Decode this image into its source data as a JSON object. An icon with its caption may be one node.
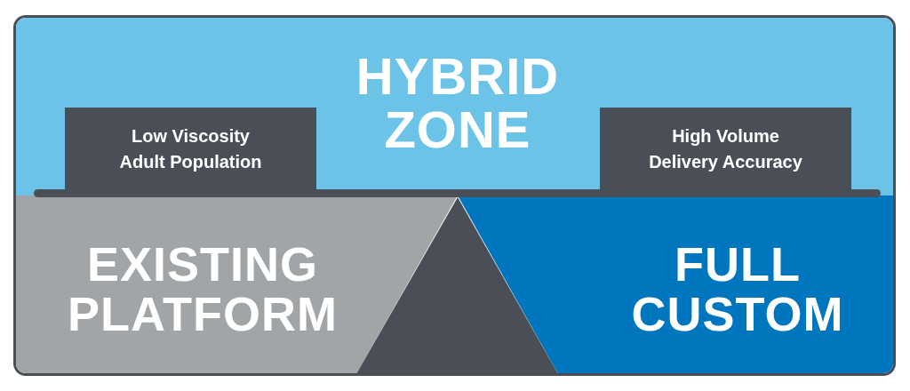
{
  "diagram": {
    "nodes": [
      {
        "text": [
          "HYBRID ZONE"
        ]
      },
      {
        "text": [
          "Low Viscosity Adult Population"
        ],
        "in": 0
      },
      {
        "text": [
          "High Volume Delivery Accuracy"
        ],
        "in": 0
      },
      {
        "text": [
          "EXISTING PLATFORM"
        ]
      },
      {
        "text": [
          "FULL CUSTOM"
        ]
      }
    ]
  }
}
